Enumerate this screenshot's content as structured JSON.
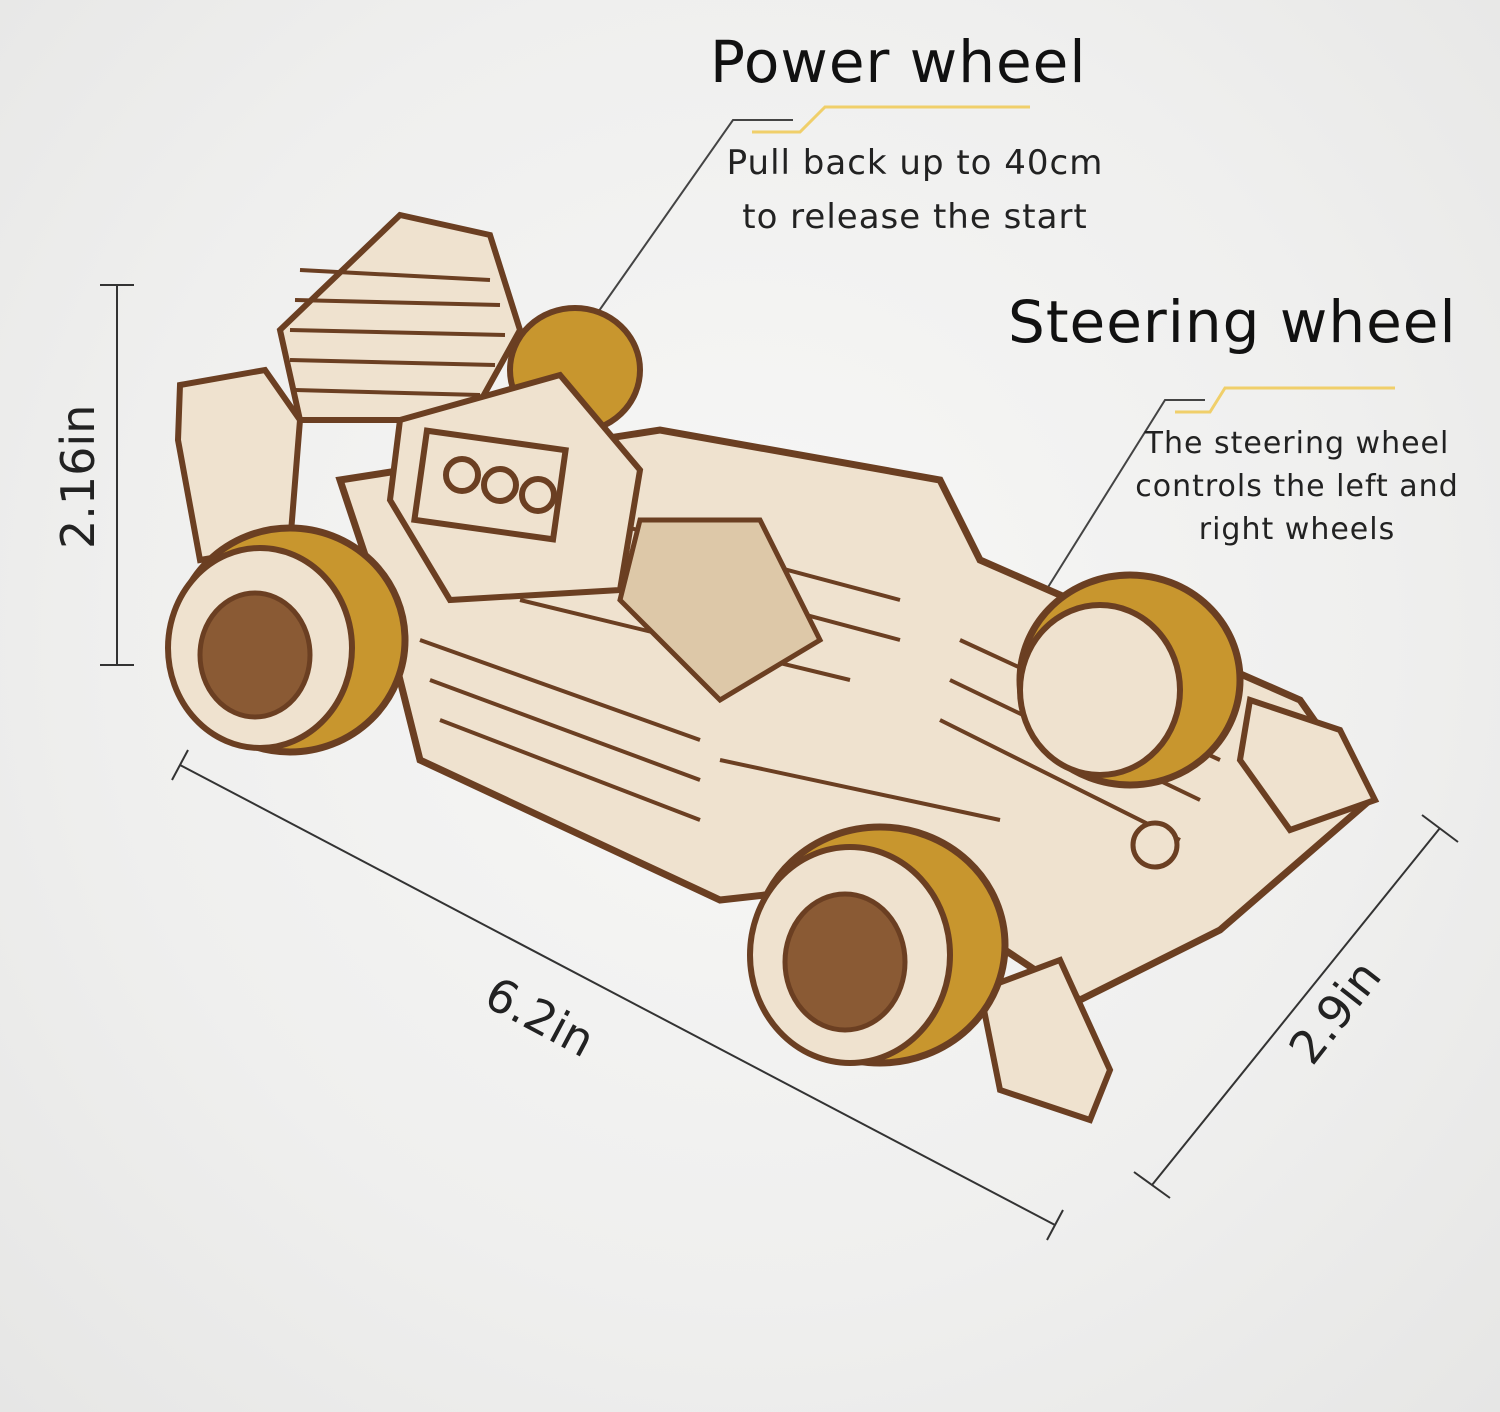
{
  "callouts": {
    "power_wheel": {
      "title": "Power wheel",
      "lines": [
        "Pull back up to 40cm",
        "to release the start"
      ]
    },
    "steering_wheel": {
      "title": "Steering wheel",
      "lines": [
        "The steering wheel",
        "controls the left and",
        "right wheels"
      ]
    }
  },
  "dimensions": {
    "height": "2.16in",
    "length": "6.2in",
    "width": "2.9in"
  },
  "colors": {
    "accent_line": "#f0cf6a",
    "leader_line": "#444444",
    "wood_light": "#efe2cf",
    "wood_dark": "#6b3f22",
    "tire": "#c8962e"
  }
}
